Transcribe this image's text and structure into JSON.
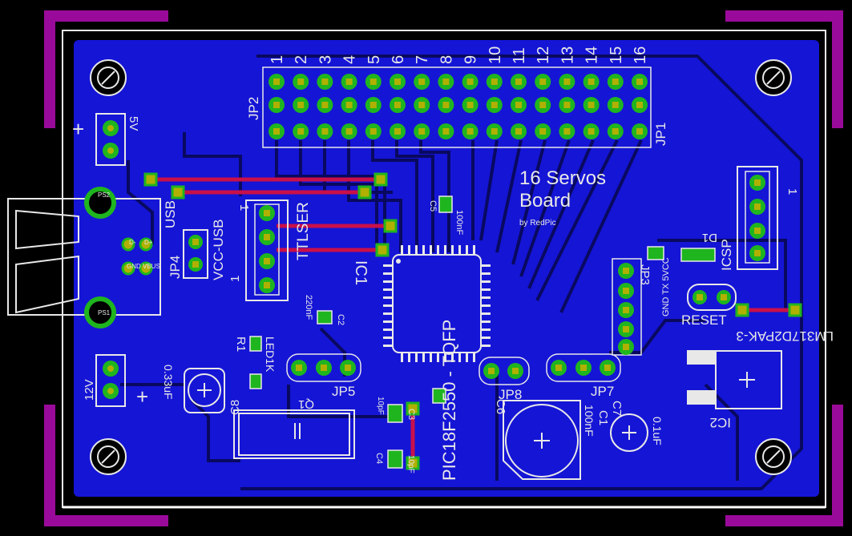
{
  "board": {
    "title": "16 Servos Board",
    "title_line1": "16 Servos",
    "title_line2": "Board",
    "author": "by RedPic"
  },
  "header_numbers": [
    "1",
    "2",
    "3",
    "4",
    "5",
    "6",
    "7",
    "8",
    "9",
    "10",
    "11",
    "12",
    "13",
    "14",
    "15",
    "16"
  ],
  "labels": {
    "jp1": "JP1",
    "jp2": "JP2",
    "jp3": "JP3",
    "jp4": "JP4",
    "jp5": "JP5",
    "jp7": "JP7",
    "jp8": "JP8",
    "usb": "USB",
    "vcc_usb": "VCC-USB",
    "ttlser": "TTLSER",
    "ttlser_pin": "1",
    "vcc_usb_pin": "1",
    "icsp": "ICSP",
    "icsp_pin": "1",
    "ic1": "IC1",
    "ic1_part": "PIC18F2550 - TQFP",
    "ic2": "IC2",
    "ic2_part": "LM317D2PAK-3",
    "c1": "C1",
    "c2": "C2",
    "c3": "C3",
    "c4": "C4",
    "c5": "C5",
    "c6": "C6",
    "c7": "C7",
    "c8": "C8",
    "q1": "Q1",
    "r1": "R1",
    "d1": "D1",
    "reset": "RESET",
    "led": "LED1K",
    "v5": "5V",
    "v12": "12V",
    "plus_top": "+",
    "plus_bottom": "+",
    "c2_val": "220nF",
    "c5_val": "100nF",
    "c3_val": "10pF",
    "c4_val": "10pF",
    "c6_val": "100nF",
    "c7_val": "0.1uF",
    "c8_val": "0.33uF",
    "usb_ps2": "PS2",
    "usb_ps1": "PS1",
    "usb_pins": "GND VBUS",
    "usb_dminus": "D-",
    "usb_dplus": "D+",
    "icsp_pins": "GND TX 5VCC"
  },
  "colors": {
    "background": "#000000",
    "board": "#1515d6",
    "copper": "#0a0aa8",
    "pad": "#1fb51f",
    "via": "#b0b000",
    "silk": "#e8e8e8",
    "top_trace": "#c8104a",
    "corner": "#9a0a9a"
  }
}
